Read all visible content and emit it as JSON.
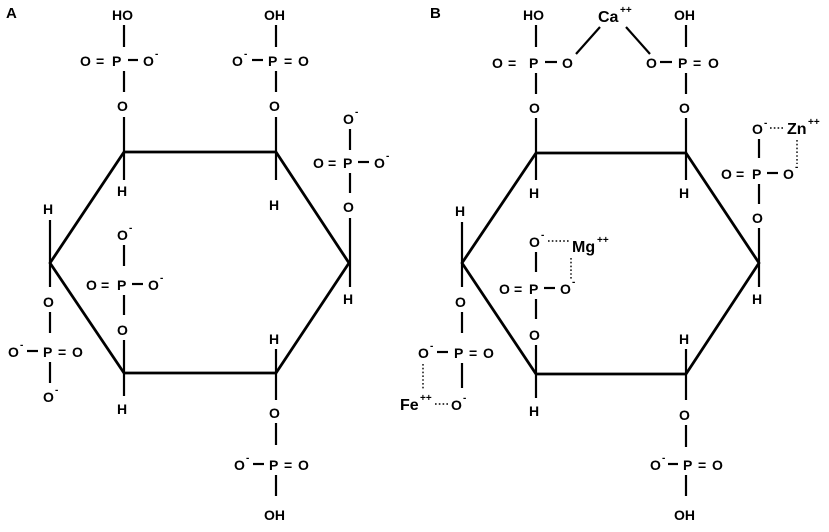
{
  "figure": {
    "panels": [
      {
        "label": "A",
        "phosphates": [
          {
            "top": "HO",
            "left": "O = P – O",
            "left_charge": "-",
            "bridge": "O",
            "attach_h": "H"
          },
          {
            "top": "OH",
            "left": "O",
            "left_charge": "-",
            "mid": " – P = O",
            "bridge": "O",
            "attach_h": "H"
          },
          {
            "top": "O",
            "top_charge": "-",
            "mid": "O = P – O",
            "mid_charge": "-",
            "bridge": "O",
            "attach_h": "H"
          },
          {
            "top": "O",
            "top_charge": "-",
            "mid": "O = P – O",
            "mid_charge": "-",
            "bridge": "O"
          },
          {
            "left_h": "H",
            "bridge": "O",
            "mid": "O",
            "mid_charge": "-",
            "mid2": " – P = O",
            "bottom": "O",
            "bottom_charge": "-"
          },
          {
            "attach_h": "H",
            "bridge": "O",
            "mid": "O",
            "mid_charge": "-",
            "mid2": " – P = O",
            "bottom": "OH"
          },
          {
            "attach_h": "H"
          }
        ]
      },
      {
        "label": "B",
        "ions": {
          "ca": "Ca",
          "ca_charge": "++",
          "zn": "Zn",
          "zn_charge": "++",
          "mg": "Mg",
          "mg_charge": "++",
          "fe": "Fe",
          "fe_charge": "++"
        }
      }
    ],
    "atoms": {
      "O": "O",
      "P": "P",
      "H": "H",
      "HO": "HO",
      "OH": "OH",
      "minus": "-",
      "eq": "=",
      "dash": "–"
    }
  }
}
